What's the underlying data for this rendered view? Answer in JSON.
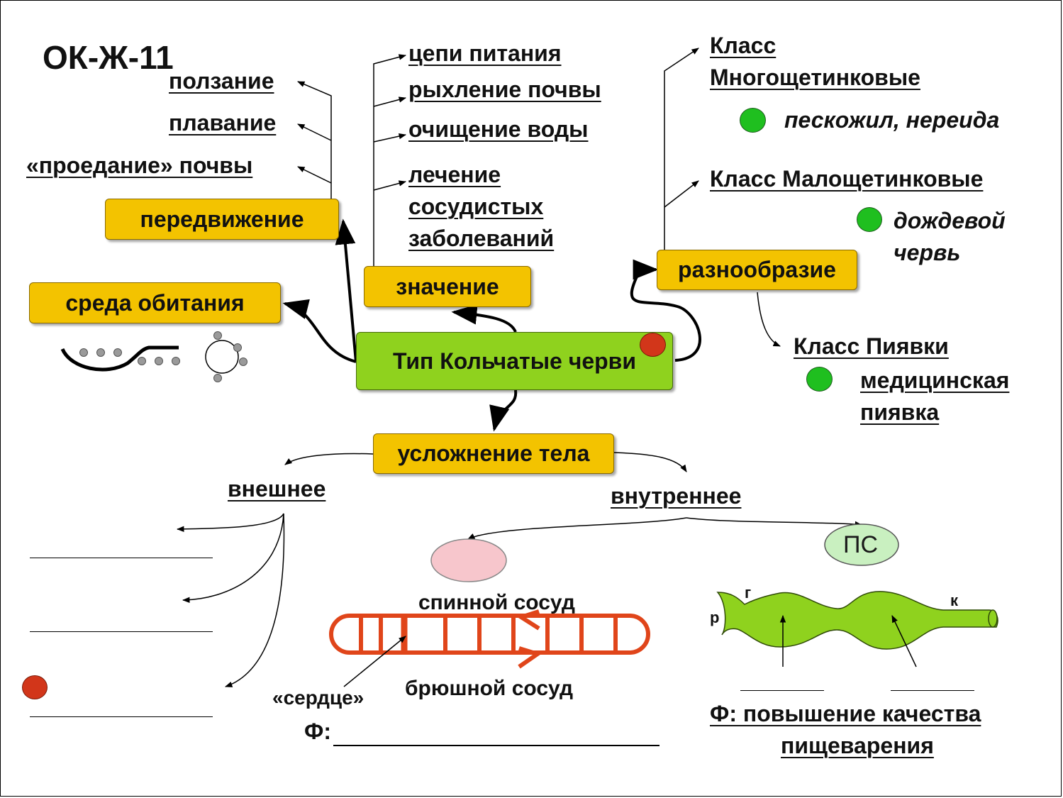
{
  "code": "ОК-Ж-11",
  "center": {
    "label": "Тип Кольчатые черви"
  },
  "nodes": {
    "movement": "передвижение",
    "habitat": "среда обитания",
    "meaning": "значение",
    "diversity": "разнообразие",
    "complexity": "усложнение тела"
  },
  "movement_types": [
    "ползание",
    "плавание",
    "«проедание» почвы"
  ],
  "meaning_items": [
    "цепи питания",
    "рыхление почвы",
    "очищение воды",
    "лечение",
    "сосудистых",
    "заболеваний"
  ],
  "classes": {
    "poly": {
      "title1": "Класс",
      "title2": "Многощетинковые",
      "example": "пескожил, нереида"
    },
    "oligo": {
      "title": "Класс Малощетинковые",
      "example1": "дождевой",
      "example2": "червь"
    },
    "leech": {
      "title": "Класс Пиявки",
      "example1": "медицинская",
      "example2": "пиявка"
    }
  },
  "branches": {
    "external": "внешнее",
    "internal": "внутреннее"
  },
  "circulation": {
    "dorsal": "спинной сосуд",
    "ventral": "брюшной сосуд",
    "heart": "«сердце»",
    "f_label": "Ф:"
  },
  "digestion": {
    "ns": "ПС",
    "r": "р",
    "g": "г",
    "k": "к",
    "f_line1": "Ф: повышение качества",
    "f_line2": "пищеварения"
  },
  "colors": {
    "node": "#f3c300",
    "center": "#8fd21e",
    "example_dot": "#1fbf1f",
    "red_dot": "#d2361a",
    "vessel": "#e0451a",
    "gut": "#8fd21e",
    "pink": "#f7c6cc",
    "ns_fill": "#c9f0c0"
  }
}
